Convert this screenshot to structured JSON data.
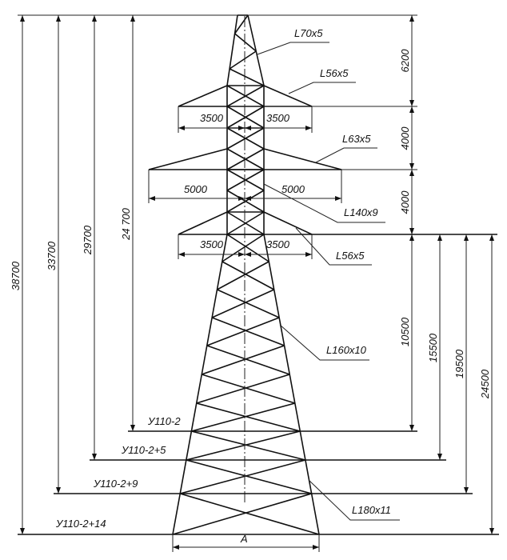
{
  "members": {
    "top": "L70x5",
    "upper_arm": "L56x5",
    "middle_arm": "L63x5",
    "body": "L140x9",
    "lower_arm": "L56x5",
    "lower_leg": "L160x10",
    "base_leg": "L180x11"
  },
  "arm_spans": {
    "upper_left": "3500",
    "upper_right": "3500",
    "middle_left": "5000",
    "middle_right": "5000",
    "lower_left": "3500",
    "lower_right": "3500"
  },
  "right_dims": {
    "top_to_upper": "6200",
    "upper_to_middle": "4000",
    "middle_to_lower": "4000",
    "lower_to_u2": "10500",
    "lower_to_u5": "15500",
    "lower_to_u9": "19500",
    "lower_to_u14": "24500"
  },
  "left_dims": {
    "u14": "38700",
    "u9": "33700",
    "u5": "29700",
    "u2": "24 700"
  },
  "levels": {
    "u2": "У110-2",
    "u5": "У110-2+5",
    "u9": "У110-2+9",
    "u14": "У110-2+14"
  },
  "base_width": "A"
}
